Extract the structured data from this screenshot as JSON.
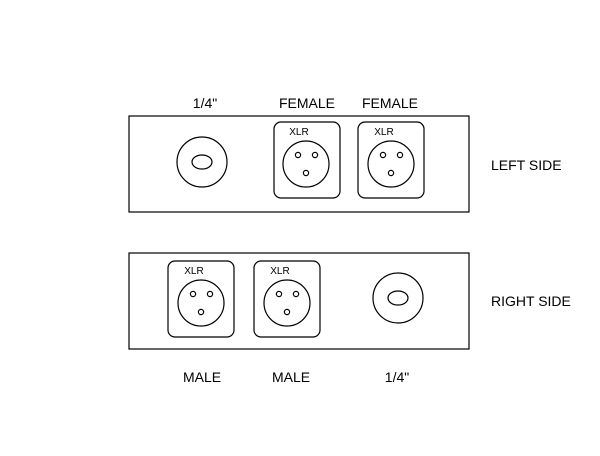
{
  "panels": {
    "left": {
      "side_label": "LEFT SIDE",
      "connectors": [
        {
          "kind": "quarter-inch-jack",
          "label": "1/4\""
        },
        {
          "kind": "xlr",
          "label": "FEMALE",
          "badge": "XLR"
        },
        {
          "kind": "xlr",
          "label": "FEMALE",
          "badge": "XLR"
        }
      ]
    },
    "right": {
      "side_label": "RIGHT SIDE",
      "connectors": [
        {
          "kind": "xlr",
          "label": "MALE",
          "badge": "XLR"
        },
        {
          "kind": "xlr",
          "label": "MALE",
          "badge": "XLR"
        },
        {
          "kind": "quarter-inch-jack",
          "label": "1/4\""
        }
      ]
    }
  },
  "colors": {
    "line": "#000000",
    "background": "#ffffff"
  }
}
